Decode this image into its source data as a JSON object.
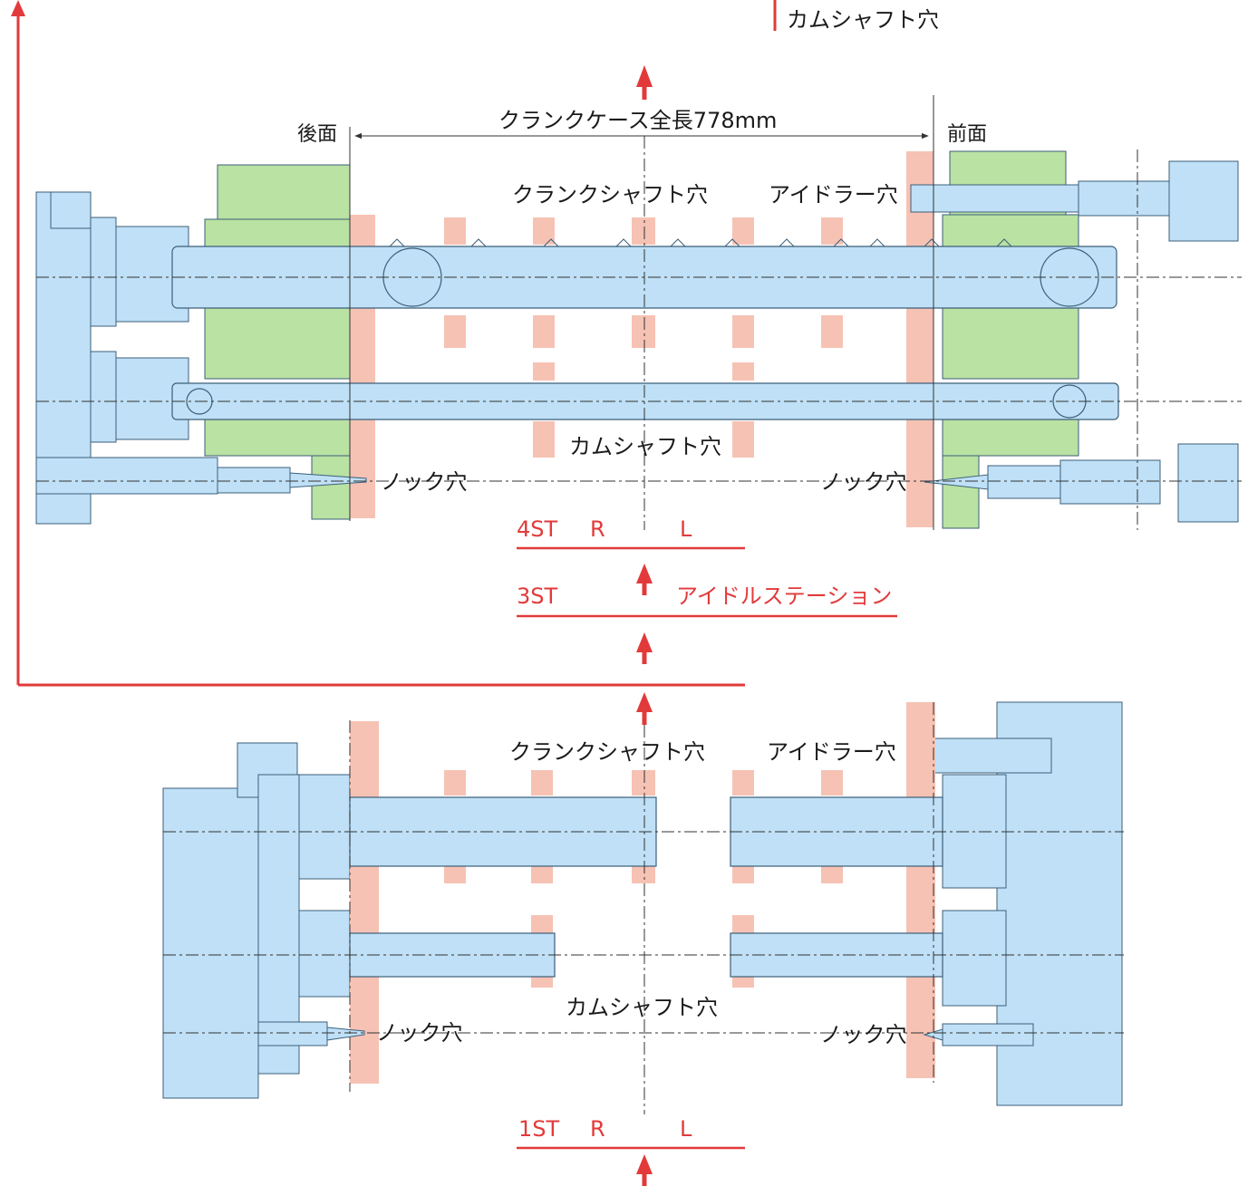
{
  "colors": {
    "machine_fill": "#bfe0f6",
    "fixture_fill": "#b9e2a3",
    "bore_fill": "#f6c2b4",
    "line": "#3c5f7a",
    "flow_arrow": "#e23a3a",
    "text": "#1a1a1a"
  },
  "top_labels": {
    "camshaft_hole_corner": "カムシャフト穴",
    "rear_face": "後面",
    "front_face": "前面",
    "crankcase_length": "クランクケース全長778mm",
    "crankshaft_hole": "クランクシャフト穴",
    "idler_hole": "アイドラー穴",
    "camshaft_hole": "カムシャフト穴",
    "knock_hole_left": "ノック穴",
    "knock_hole_right": "ノック穴"
  },
  "stations": {
    "st4": {
      "name": "4ST",
      "r": "R",
      "l": "L"
    },
    "st3": {
      "name": "3ST",
      "note": "アイドルステーション"
    },
    "st1": {
      "name": "1ST",
      "r": "R",
      "l": "L"
    }
  },
  "bottom_labels": {
    "crankshaft_hole": "クランクシャフト穴",
    "idler_hole": "アイドラー穴",
    "camshaft_hole": "カムシャフト穴",
    "knock_hole_left": "ノック穴",
    "knock_hole_right": "ノック穴"
  }
}
